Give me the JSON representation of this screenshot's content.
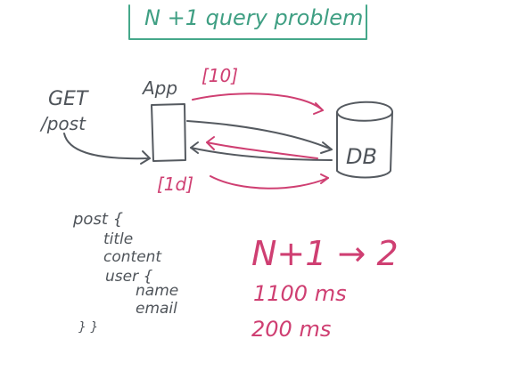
{
  "title": "N +1 query problem",
  "request": {
    "method": "GET",
    "path": "/post"
  },
  "nodes": {
    "app_label": "App",
    "db_label": "DB"
  },
  "annotations": {
    "top_bracket": "[10]",
    "bottom_bracket": "[1d]"
  },
  "schema": {
    "root": "post {",
    "fields": [
      "title",
      "content",
      "user {"
    ],
    "nested": [
      "name",
      "email"
    ],
    "closing": "} }"
  },
  "summary": {
    "formula": "N+1 → 2",
    "before": "1100 ms",
    "after": "200 ms"
  },
  "colors": {
    "ink_gray": "#555a60",
    "ink_pink": "#cf3f72",
    "ink_teal": "#45a88a"
  }
}
